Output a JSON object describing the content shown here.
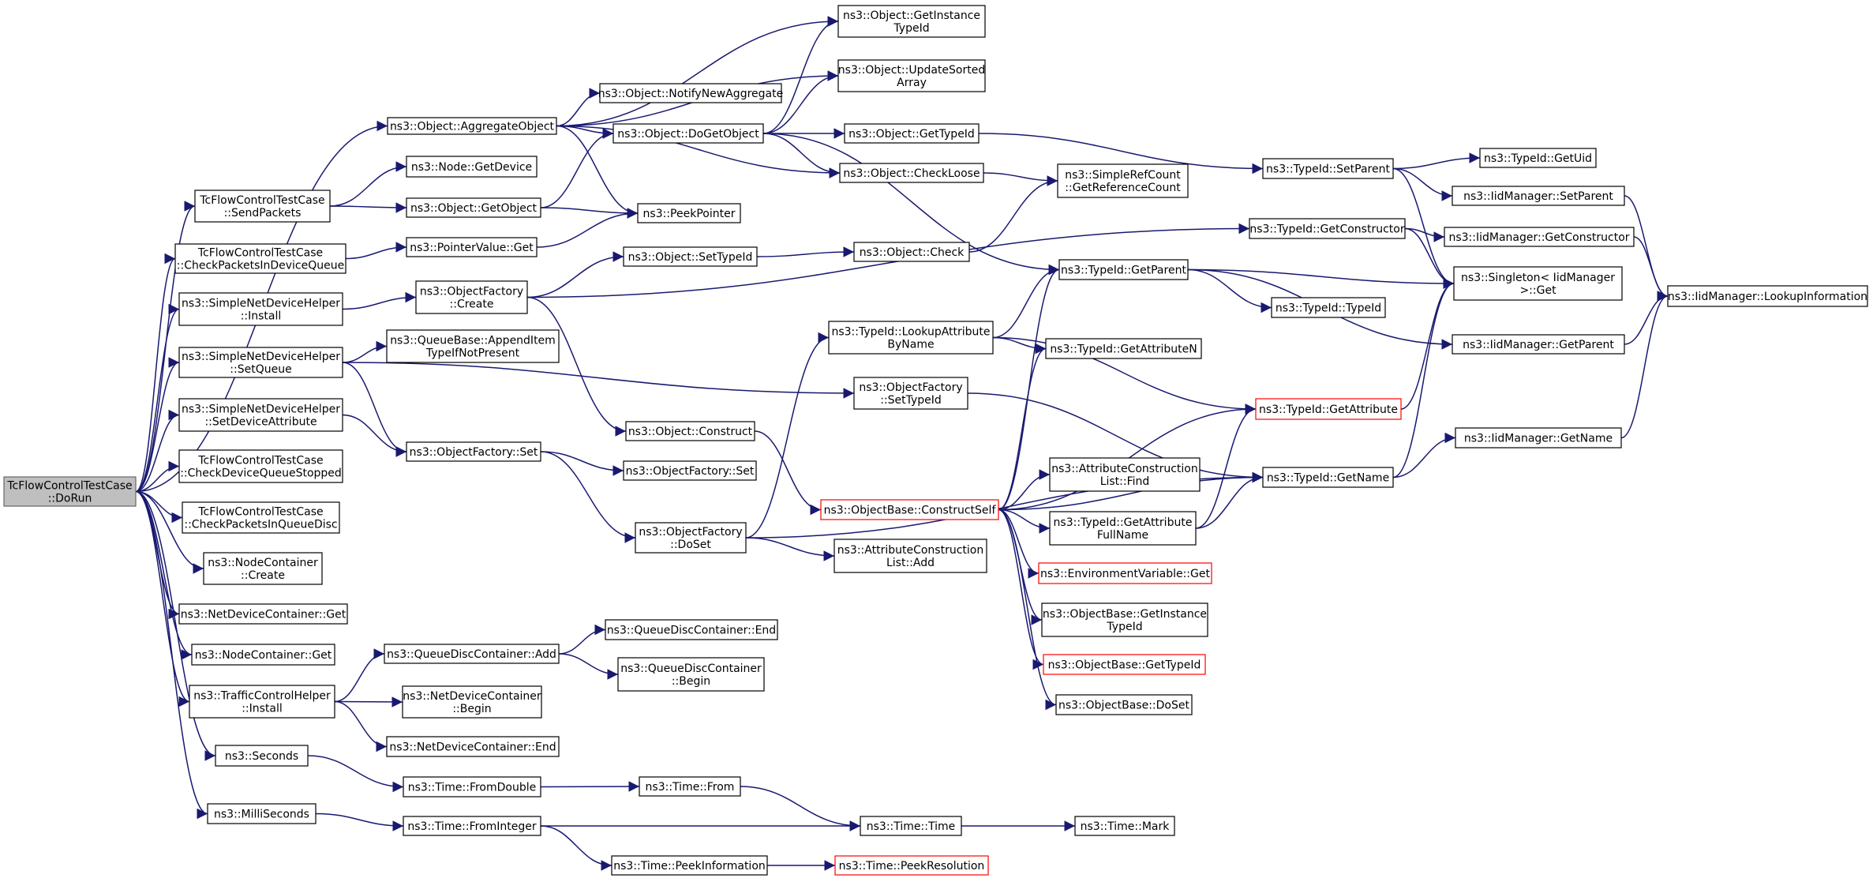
{
  "nodes": [
    {
      "id": "doRun",
      "lines": [
        "TcFlowControlTestCase",
        "::DoRun"
      ],
      "root": true
    },
    {
      "id": "aggregate",
      "lines": [
        "ns3::Object::AggregateObject"
      ]
    },
    {
      "id": "sendPackets",
      "lines": [
        "TcFlowControlTestCase",
        "::SendPackets"
      ]
    },
    {
      "id": "checkDevQ",
      "lines": [
        "TcFlowControlTestCase",
        "::CheckPacketsInDeviceQueue"
      ]
    },
    {
      "id": "sndhInstall",
      "lines": [
        "ns3::SimpleNetDeviceHelper",
        "::Install"
      ]
    },
    {
      "id": "sndhSetQueue",
      "lines": [
        "ns3::SimpleNetDeviceHelper",
        "::SetQueue"
      ]
    },
    {
      "id": "sndhSetDevAttr",
      "lines": [
        "ns3::SimpleNetDeviceHelper",
        "::SetDeviceAttribute"
      ]
    },
    {
      "id": "checkStopped",
      "lines": [
        "TcFlowControlTestCase",
        "::CheckDeviceQueueStopped"
      ]
    },
    {
      "id": "checkQDisc",
      "lines": [
        "TcFlowControlTestCase",
        "::CheckPacketsInQueueDisc"
      ]
    },
    {
      "id": "ncCreate",
      "lines": [
        "ns3::NodeContainer",
        "::Create"
      ]
    },
    {
      "id": "ndcGet",
      "lines": [
        "ns3::NetDeviceContainer::Get"
      ]
    },
    {
      "id": "ncGet",
      "lines": [
        "ns3::NodeContainer::Get"
      ]
    },
    {
      "id": "tchInstall",
      "lines": [
        "ns3::TrafficControlHelper",
        "::Install"
      ]
    },
    {
      "id": "seconds",
      "lines": [
        "ns3::Seconds"
      ]
    },
    {
      "id": "milliSeconds",
      "lines": [
        "ns3::MilliSeconds"
      ]
    },
    {
      "id": "nodeGetDevice",
      "lines": [
        "ns3::Node::GetDevice"
      ]
    },
    {
      "id": "objGetObject",
      "lines": [
        "ns3::Object::GetObject"
      ]
    },
    {
      "id": "pvGet",
      "lines": [
        "ns3::PointerValue::Get"
      ]
    },
    {
      "id": "ofCreate",
      "lines": [
        "ns3::ObjectFactory",
        "::Create"
      ]
    },
    {
      "id": "qbAppend",
      "lines": [
        "ns3::QueueBase::AppendItem",
        "TypeIfNotPresent"
      ]
    },
    {
      "id": "ofSet",
      "lines": [
        "ns3::ObjectFactory::Set"
      ]
    },
    {
      "id": "qdcAdd",
      "lines": [
        "ns3::QueueDiscContainer::Add"
      ]
    },
    {
      "id": "ndcBegin",
      "lines": [
        "ns3::NetDeviceContainer",
        "::Begin"
      ]
    },
    {
      "id": "ndcEnd",
      "lines": [
        "ns3::NetDeviceContainer::End"
      ]
    },
    {
      "id": "timeFromDouble",
      "lines": [
        "ns3::Time::FromDouble"
      ]
    },
    {
      "id": "timeFromInteger",
      "lines": [
        "ns3::Time::FromInteger"
      ]
    },
    {
      "id": "objNotifyNew",
      "lines": [
        "ns3::Object::NotifyNewAggregate"
      ]
    },
    {
      "id": "objDoGet",
      "lines": [
        "ns3::Object::DoGetObject"
      ]
    },
    {
      "id": "peekPointer",
      "lines": [
        "ns3::PeekPointer"
      ]
    },
    {
      "id": "objSetTypeId",
      "lines": [
        "ns3::Object::SetTypeId"
      ]
    },
    {
      "id": "objConstruct",
      "lines": [
        "ns3::Object::Construct"
      ]
    },
    {
      "id": "ofSet2",
      "lines": [
        "ns3::ObjectFactory::Set"
      ]
    },
    {
      "id": "ofDoSet",
      "lines": [
        "ns3::ObjectFactory",
        "::DoSet"
      ]
    },
    {
      "id": "qdcEnd",
      "lines": [
        "ns3::QueueDiscContainer::End"
      ]
    },
    {
      "id": "qdcBegin",
      "lines": [
        "ns3::QueueDiscContainer",
        "::Begin"
      ]
    },
    {
      "id": "timeFrom",
      "lines": [
        "ns3::Time::From"
      ]
    },
    {
      "id": "timePeekInfo",
      "lines": [
        "ns3::Time::PeekInformation"
      ]
    },
    {
      "id": "objGetInstTid",
      "lines": [
        "ns3::Object::GetInstance",
        "TypeId"
      ]
    },
    {
      "id": "objUpdateSorted",
      "lines": [
        "ns3::Object::UpdateSorted",
        "Array"
      ]
    },
    {
      "id": "objGetTypeId",
      "lines": [
        "ns3::Object::GetTypeId"
      ]
    },
    {
      "id": "objCheckLoose",
      "lines": [
        "ns3::Object::CheckLoose"
      ]
    },
    {
      "id": "objCheck",
      "lines": [
        "ns3::Object::Check"
      ]
    },
    {
      "id": "tidLookupAttr",
      "lines": [
        "ns3::TypeId::LookupAttribute",
        "ByName"
      ]
    },
    {
      "id": "ofSetTypeId",
      "lines": [
        "ns3::ObjectFactory",
        "::SetTypeId"
      ]
    },
    {
      "id": "obConstructSelf",
      "lines": [
        "ns3::ObjectBase::ConstructSelf"
      ],
      "truncated": true
    },
    {
      "id": "aclAdd",
      "lines": [
        "ns3::AttributeConstruction",
        "List::Add"
      ]
    },
    {
      "id": "timeTime",
      "lines": [
        "ns3::Time::Time"
      ]
    },
    {
      "id": "timePeekRes",
      "lines": [
        "ns3::Time::PeekResolution"
      ],
      "truncated": true
    },
    {
      "id": "srcGetRef",
      "lines": [
        "ns3::SimpleRefCount",
        "::GetReferenceCount"
      ]
    },
    {
      "id": "tidGetParent",
      "lines": [
        "ns3::TypeId::GetParent"
      ]
    },
    {
      "id": "tidGetAttrN",
      "lines": [
        "ns3::TypeId::GetAttributeN"
      ]
    },
    {
      "id": "aclFind",
      "lines": [
        "ns3::AttributeConstruction",
        "List::Find"
      ]
    },
    {
      "id": "tidGetAttrFull",
      "lines": [
        "ns3::TypeId::GetAttribute",
        "FullName"
      ]
    },
    {
      "id": "envVarGet",
      "lines": [
        "ns3::EnvironmentVariable::Get"
      ],
      "truncated": true
    },
    {
      "id": "obGetInstTid",
      "lines": [
        "ns3::ObjectBase::GetInstance",
        "TypeId"
      ]
    },
    {
      "id": "obGetTypeId",
      "lines": [
        "ns3::ObjectBase::GetTypeId"
      ],
      "truncated": true
    },
    {
      "id": "obDoSet",
      "lines": [
        "ns3::ObjectBase::DoSet"
      ]
    },
    {
      "id": "timeMark",
      "lines": [
        "ns3::Time::Mark"
      ]
    },
    {
      "id": "tidSetParent",
      "lines": [
        "ns3::TypeId::SetParent"
      ]
    },
    {
      "id": "tidGetConstructor",
      "lines": [
        "ns3::TypeId::GetConstructor"
      ]
    },
    {
      "id": "tidTypeId",
      "lines": [
        "ns3::TypeId::TypeId"
      ]
    },
    {
      "id": "tidGetAttribute",
      "lines": [
        "ns3::TypeId::GetAttribute"
      ],
      "truncated": true
    },
    {
      "id": "tidGetName",
      "lines": [
        "ns3::TypeId::GetName"
      ]
    },
    {
      "id": "tidGetUid",
      "lines": [
        "ns3::TypeId::GetUid"
      ]
    },
    {
      "id": "iidSetParent",
      "lines": [
        "ns3::IidManager::SetParent"
      ]
    },
    {
      "id": "iidGetConstructor",
      "lines": [
        "ns3::IidManager::GetConstructor"
      ]
    },
    {
      "id": "singletonGet",
      "lines": [
        "ns3::Singleton< IidManager",
        ">::Get"
      ]
    },
    {
      "id": "iidGetParent",
      "lines": [
        "ns3::IidManager::GetParent"
      ]
    },
    {
      "id": "iidGetName",
      "lines": [
        "ns3::IidManager::GetName"
      ]
    },
    {
      "id": "iidLookupInfo",
      "lines": [
        "ns3::IidManager::LookupInformation"
      ]
    }
  ],
  "edges": [
    [
      "doRun",
      "aggregate"
    ],
    [
      "doRun",
      "sendPackets"
    ],
    [
      "doRun",
      "checkDevQ"
    ],
    [
      "doRun",
      "sndhInstall"
    ],
    [
      "doRun",
      "sndhSetQueue"
    ],
    [
      "doRun",
      "sndhSetDevAttr"
    ],
    [
      "doRun",
      "checkStopped"
    ],
    [
      "doRun",
      "checkQDisc"
    ],
    [
      "doRun",
      "ncCreate"
    ],
    [
      "doRun",
      "ndcGet"
    ],
    [
      "doRun",
      "ncGet"
    ],
    [
      "doRun",
      "tchInstall"
    ],
    [
      "doRun",
      "seconds"
    ],
    [
      "doRun",
      "milliSeconds"
    ],
    [
      "aggregate",
      "objGetInstTid"
    ],
    [
      "aggregate",
      "objUpdateSorted"
    ],
    [
      "aggregate",
      "objNotifyNew"
    ],
    [
      "aggregate",
      "objDoGet"
    ],
    [
      "aggregate",
      "objCheckLoose"
    ],
    [
      "aggregate",
      "peekPointer"
    ],
    [
      "sendPackets",
      "nodeGetDevice"
    ],
    [
      "sendPackets",
      "objGetObject"
    ],
    [
      "objGetObject",
      "objDoGet"
    ],
    [
      "objGetObject",
      "peekPointer"
    ],
    [
      "checkDevQ",
      "pvGet"
    ],
    [
      "pvGet",
      "peekPointer"
    ],
    [
      "sndhInstall",
      "ofCreate"
    ],
    [
      "ofCreate",
      "objSetTypeId"
    ],
    [
      "ofCreate",
      "objConstruct"
    ],
    [
      "ofCreate",
      "tidGetConstructor"
    ],
    [
      "sndhSetQueue",
      "qbAppend"
    ],
    [
      "sndhSetQueue",
      "ofSet"
    ],
    [
      "sndhSetQueue",
      "ofSetTypeId"
    ],
    [
      "sndhSetDevAttr",
      "ofSet"
    ],
    [
      "ofSet",
      "ofSet2"
    ],
    [
      "ofSet",
      "ofDoSet"
    ],
    [
      "ofDoSet",
      "tidLookupAttr"
    ],
    [
      "ofDoSet",
      "aclAdd"
    ],
    [
      "ofDoSet",
      "tidGetName"
    ],
    [
      "tchInstall",
      "qdcAdd"
    ],
    [
      "tchInstall",
      "ndcBegin"
    ],
    [
      "tchInstall",
      "ndcEnd"
    ],
    [
      "qdcAdd",
      "qdcEnd"
    ],
    [
      "qdcAdd",
      "qdcBegin"
    ],
    [
      "seconds",
      "timeFromDouble"
    ],
    [
      "milliSeconds",
      "timeFromInteger"
    ],
    [
      "timeFromDouble",
      "timeFrom"
    ],
    [
      "timeFrom",
      "timeTime"
    ],
    [
      "timeFromInteger",
      "timeTime"
    ],
    [
      "timeFromInteger",
      "timePeekInfo"
    ],
    [
      "timePeekInfo",
      "timePeekRes"
    ],
    [
      "timeTime",
      "timeMark"
    ],
    [
      "objDoGet",
      "objGetInstTid"
    ],
    [
      "objDoGet",
      "objUpdateSorted"
    ],
    [
      "objDoGet",
      "objGetTypeId"
    ],
    [
      "objDoGet",
      "objCheckLoose"
    ],
    [
      "objDoGet",
      "tidGetParent"
    ],
    [
      "objSetTypeId",
      "objCheck"
    ],
    [
      "objCheck",
      "srcGetRef"
    ],
    [
      "objCheckLoose",
      "srcGetRef"
    ],
    [
      "objGetTypeId",
      "tidSetParent"
    ],
    [
      "objConstruct",
      "obConstructSelf"
    ],
    [
      "tidLookupAttr",
      "tidGetParent"
    ],
    [
      "tidLookupAttr",
      "tidGetAttrN"
    ],
    [
      "tidLookupAttr",
      "tidGetAttribute"
    ],
    [
      "ofSetTypeId",
      "tidGetName"
    ],
    [
      "obConstructSelf",
      "tidGetParent"
    ],
    [
      "obConstructSelf",
      "tidGetAttrN"
    ],
    [
      "obConstructSelf",
      "aclFind"
    ],
    [
      "obConstructSelf",
      "tidGetAttrFull"
    ],
    [
      "obConstructSelf",
      "envVarGet"
    ],
    [
      "obConstructSelf",
      "obGetInstTid"
    ],
    [
      "obConstructSelf",
      "obGetTypeId"
    ],
    [
      "obConstructSelf",
      "obDoSet"
    ],
    [
      "obConstructSelf",
      "tidGetAttribute"
    ],
    [
      "obConstructSelf",
      "tidGetName"
    ],
    [
      "tidGetAttrFull",
      "tidGetAttribute"
    ],
    [
      "tidGetAttrFull",
      "tidGetName"
    ],
    [
      "tidGetParent",
      "tidTypeId"
    ],
    [
      "tidGetParent",
      "singletonGet"
    ],
    [
      "tidGetParent",
      "iidGetParent"
    ],
    [
      "tidSetParent",
      "tidGetUid"
    ],
    [
      "tidSetParent",
      "iidSetParent"
    ],
    [
      "tidSetParent",
      "singletonGet"
    ],
    [
      "tidGetConstructor",
      "iidGetConstructor"
    ],
    [
      "tidGetConstructor",
      "singletonGet"
    ],
    [
      "tidGetAttribute",
      "singletonGet"
    ],
    [
      "tidGetName",
      "singletonGet"
    ],
    [
      "tidGetName",
      "iidGetName"
    ],
    [
      "iidSetParent",
      "iidLookupInfo"
    ],
    [
      "iidGetConstructor",
      "iidLookupInfo"
    ],
    [
      "iidGetParent",
      "iidLookupInfo"
    ],
    [
      "iidGetName",
      "iidLookupInfo"
    ]
  ]
}
